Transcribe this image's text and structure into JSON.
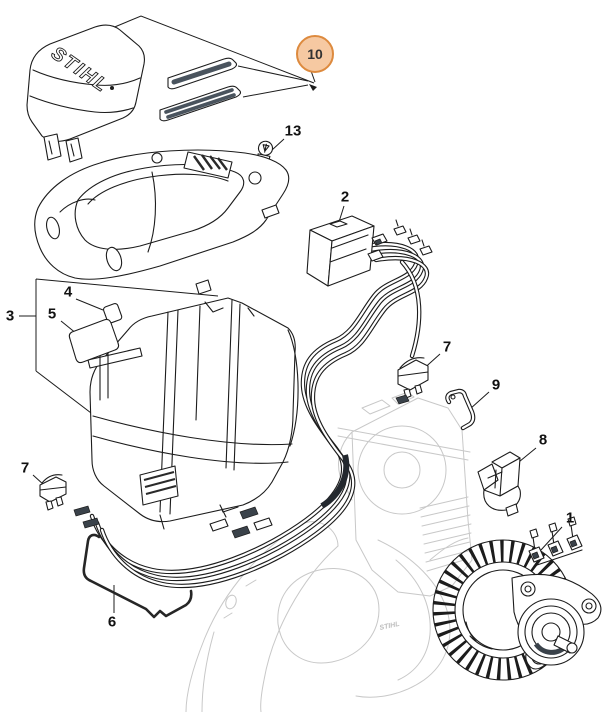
{
  "page": {
    "background": "#ffffff"
  },
  "colors": {
    "line": "#1c1c1c",
    "faded_line": "#c8c8c8",
    "sticker_stripe": "#4a545e",
    "highlight_fill": "#f6c9a2",
    "highlight_border": "#dd8a3e",
    "callout_text": "#111111"
  },
  "logo": {
    "cover": "STIHL",
    "housing": "STIHL"
  },
  "callouts": [
    {
      "number": "1",
      "highlighted": false
    },
    {
      "number": "2",
      "highlighted": false
    },
    {
      "number": "3",
      "highlighted": false
    },
    {
      "number": "4",
      "highlighted": false
    },
    {
      "number": "5",
      "highlighted": false
    },
    {
      "number": "6",
      "highlighted": false
    },
    {
      "number": "7",
      "highlighted": false
    },
    {
      "number": "7",
      "highlighted": false
    },
    {
      "number": "8",
      "highlighted": false
    },
    {
      "number": "9",
      "highlighted": false
    },
    {
      "number": "10",
      "highlighted": true
    },
    {
      "number": "13",
      "highlighted": false
    }
  ]
}
